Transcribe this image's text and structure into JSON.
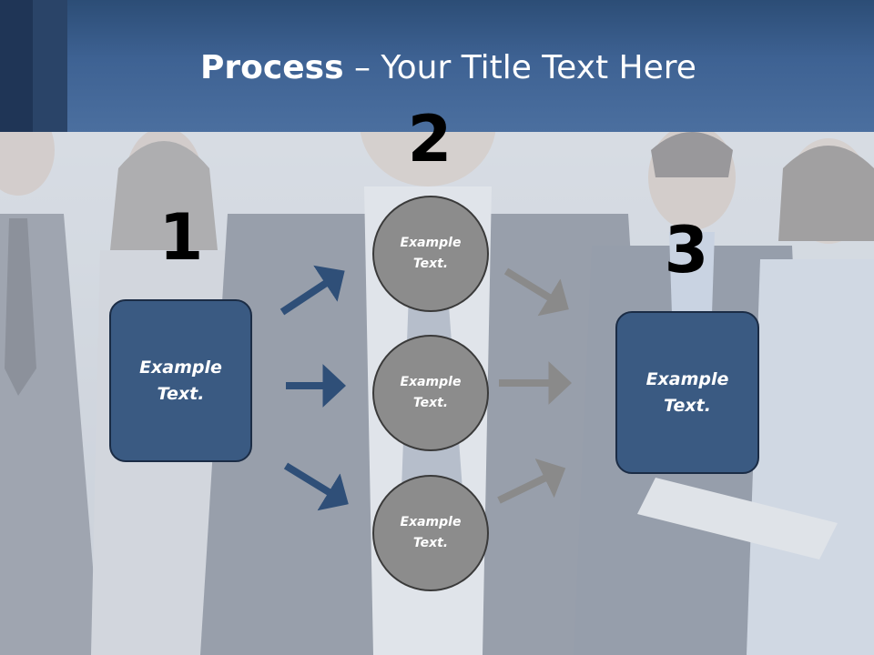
{
  "title": {
    "bold": "Process",
    "rest": " – Your Title Text Here"
  },
  "steps": [
    {
      "number": "1",
      "text": "Example\nText."
    },
    {
      "number": "2"
    },
    {
      "number": "3",
      "text": "Example\nText."
    }
  ],
  "circles": [
    {
      "text": "Example\nText."
    },
    {
      "text": "Example\nText."
    },
    {
      "text": "Example\nText."
    }
  ],
  "colors": {
    "title_bar": "#3e6293",
    "box_fill": "#3a5a82",
    "circle_fill": "#8c8c8c",
    "arrow_blue": "#2f4f78",
    "arrow_gray": "#8a8a8a"
  }
}
